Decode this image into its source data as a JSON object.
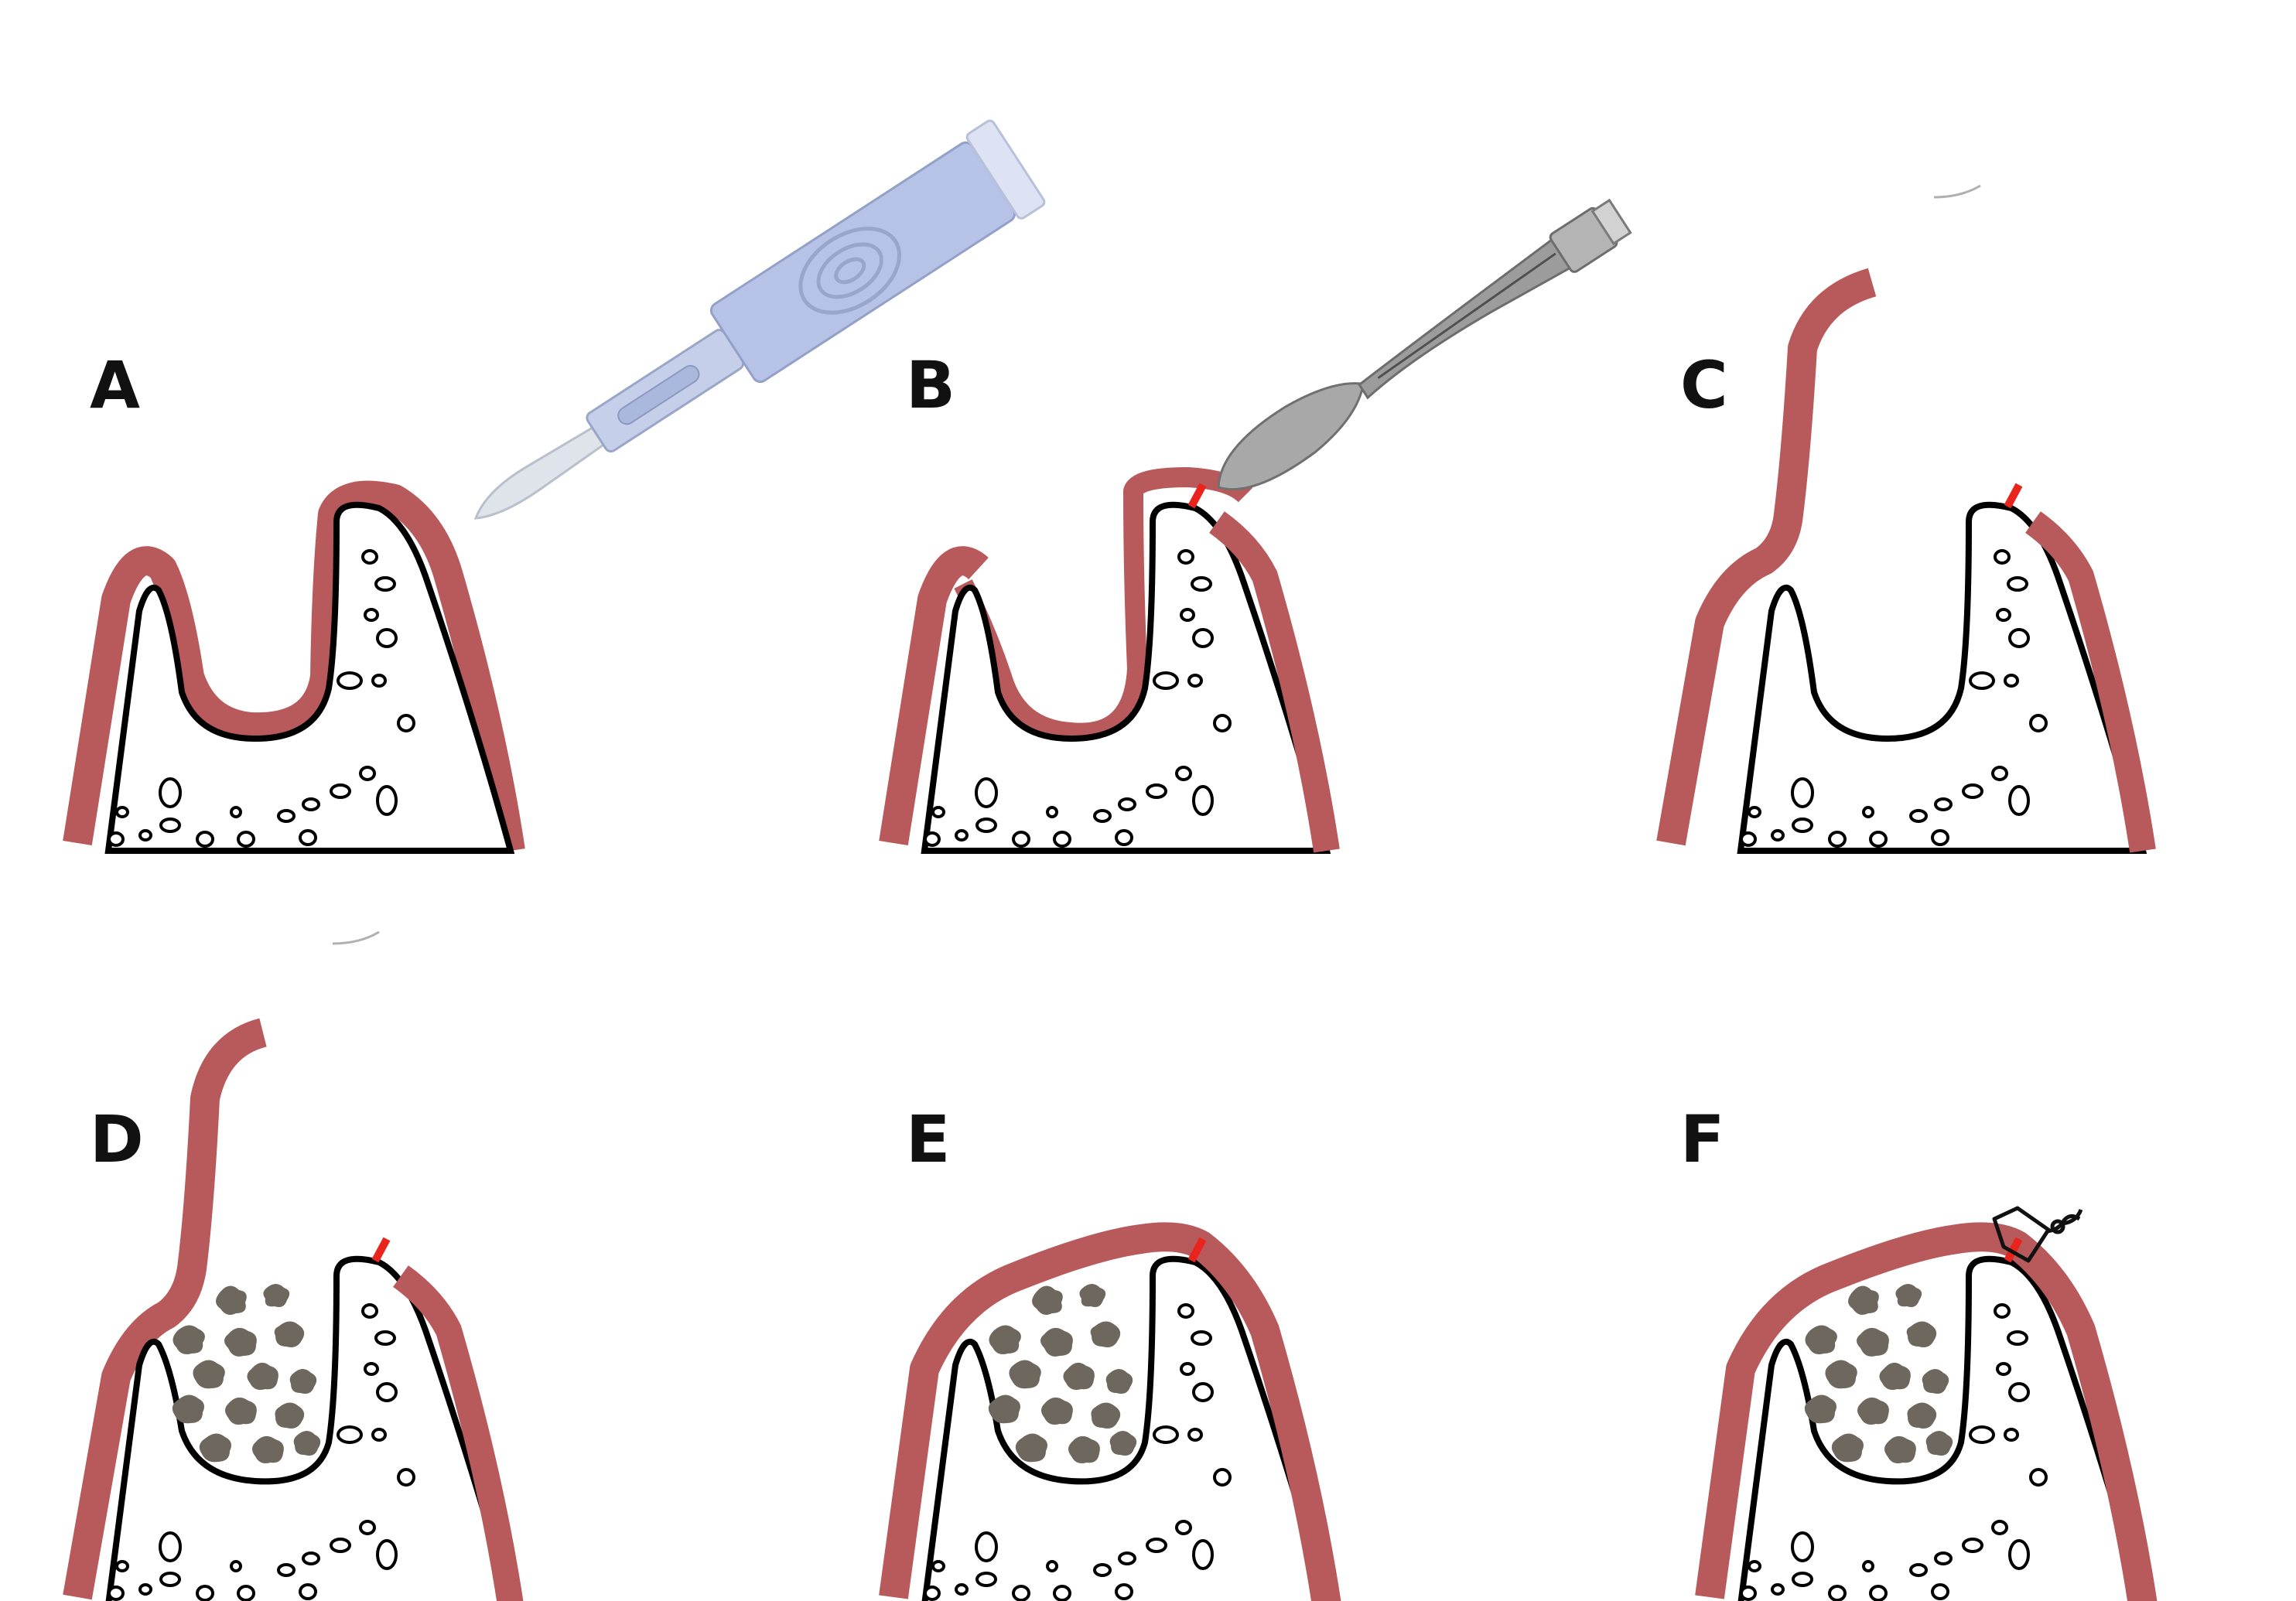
{
  "panels": [
    {
      "letter": "A",
      "instrument": "scalpel",
      "flap_state": "intact",
      "graft": false,
      "suture": false
    },
    {
      "letter": "B",
      "instrument": "periosteal-elevator",
      "flap_state": "partially-elevated",
      "graft": false,
      "suture": false
    },
    {
      "letter": "C",
      "instrument": "none",
      "flap_state": "fully-reflected",
      "graft": false,
      "suture": false
    },
    {
      "letter": "D",
      "instrument": "none",
      "flap_state": "fully-reflected",
      "graft": true,
      "suture": false
    },
    {
      "letter": "E",
      "instrument": "none",
      "flap_state": "repositioned",
      "graft": true,
      "suture": false
    },
    {
      "letter": "F",
      "instrument": "none",
      "flap_state": "sutured",
      "graft": true,
      "suture": true
    }
  ],
  "colors": {
    "soft_tissue": "#b85a5c",
    "bone_outline": "#000000",
    "bone_fill": "#ffffff",
    "incision": "#e8241c",
    "graft_particles": "#6e675d",
    "scalpel_handle": "#b7c3e6",
    "scalpel_blade": "#dfe3ea",
    "elevator": "#9c9c9c"
  }
}
